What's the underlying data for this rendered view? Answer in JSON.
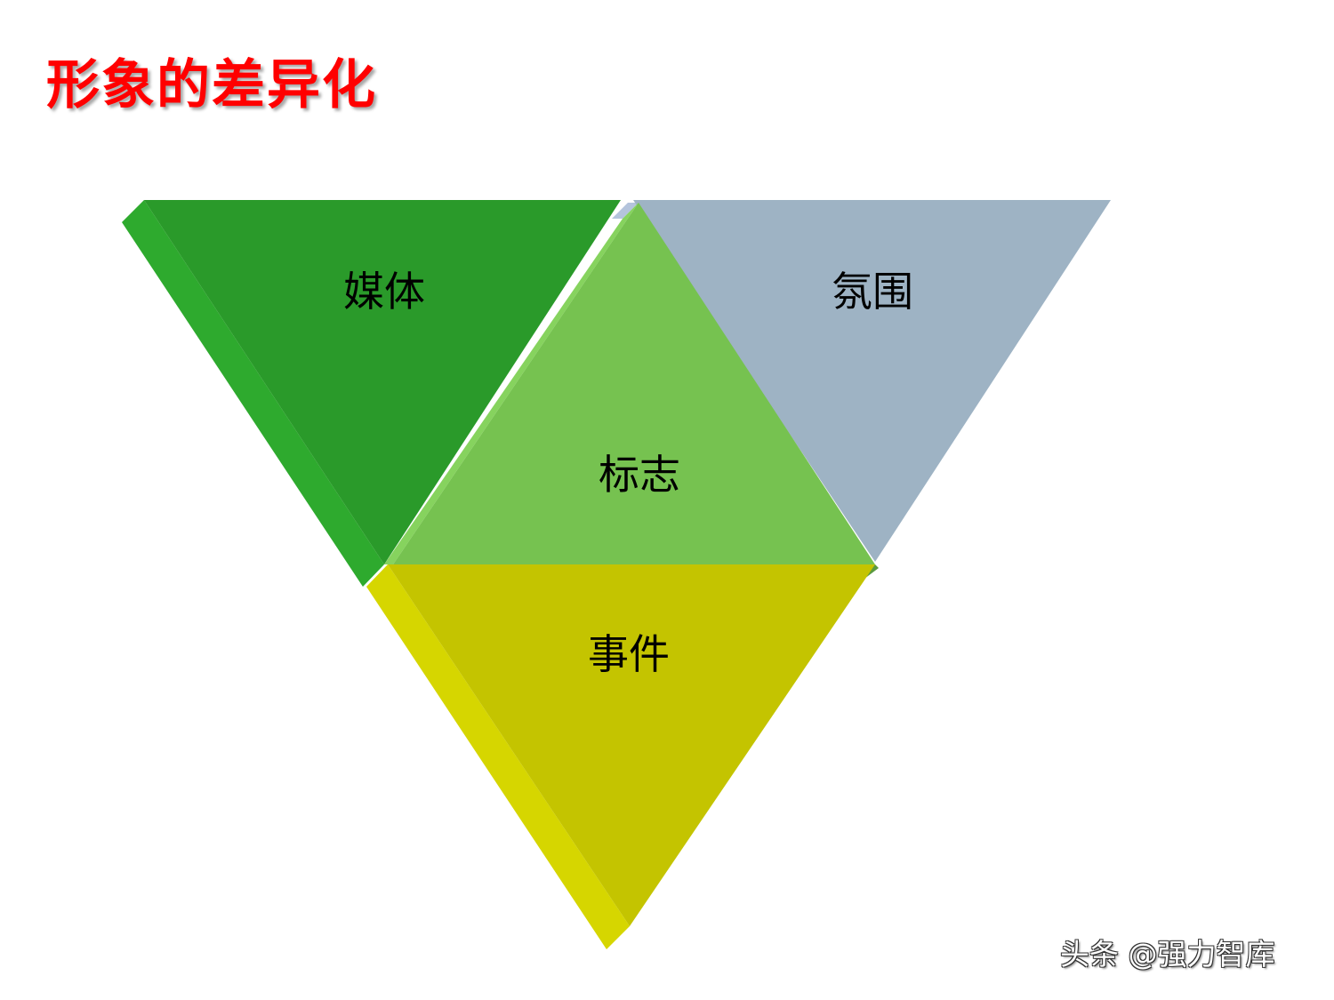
{
  "slide": {
    "title": "形象的差异化",
    "title_color": "#ff0000"
  },
  "diagram": {
    "type": "triangle-quadrant",
    "segments": [
      {
        "id": "media",
        "label": "媒体",
        "position": "top-left",
        "orientation": "inverted",
        "color": "#2a9a2a",
        "bevel_color": "#2eaa2e"
      },
      {
        "id": "atmosphere",
        "label": "氛围",
        "position": "top-right",
        "orientation": "inverted",
        "color": "#9eb3c4",
        "bevel_color": "#b4c4d8"
      },
      {
        "id": "logo",
        "label": "标志",
        "position": "center",
        "orientation": "upright",
        "color": "#76c250",
        "bevel_color": "#86d35e"
      },
      {
        "id": "event",
        "label": "事件",
        "position": "bottom",
        "orientation": "inverted",
        "color": "#c4c400",
        "bevel_color": "#d6d600"
      }
    ]
  },
  "watermark": {
    "text": "头条 @强力智库"
  }
}
